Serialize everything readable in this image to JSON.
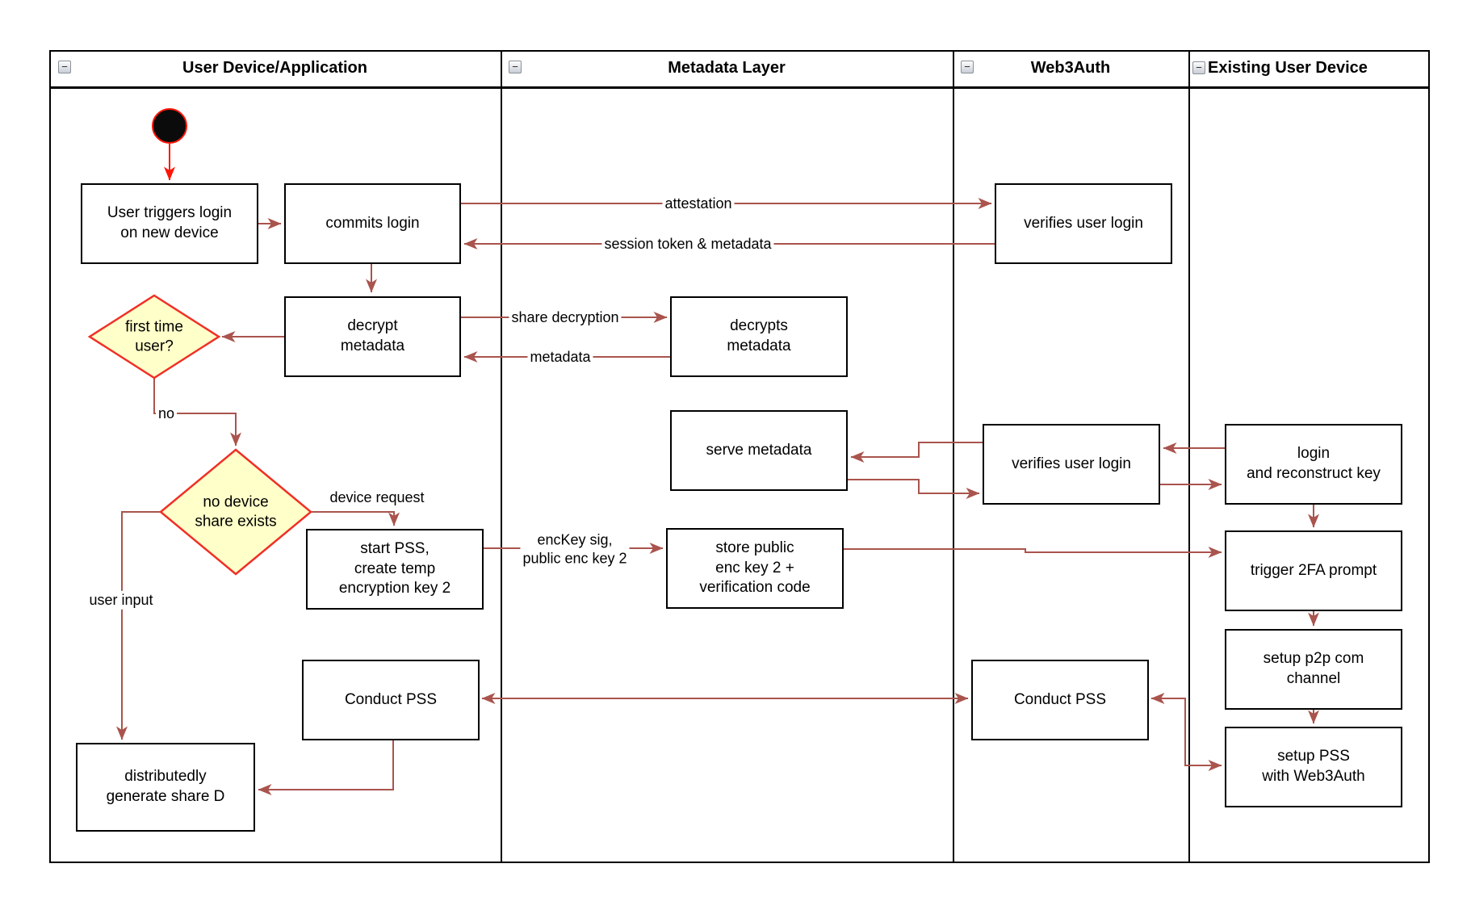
{
  "colors": {
    "connector": "#a9544d",
    "start-arrow": "#ff1507",
    "diamond-fill": "#ffffc9",
    "diamond-border": "#f03026",
    "box-border": "#000000",
    "lane-border": "#000000"
  },
  "lanes": {
    "collapse_glyph": "−",
    "lane1": {
      "label": "User Device/Application"
    },
    "lane2": {
      "label": "Metadata Layer"
    },
    "lane3": {
      "label": "Web3Auth"
    },
    "lane4": {
      "label": "Existing User Device"
    }
  },
  "nodes": {
    "user_triggers": "User triggers login\non new device",
    "commits_login": "commits login",
    "verifies_login_1": "verifies user login",
    "decrypt_metadata": "decrypt\nmetadata",
    "decrypts_metadata": "decrypts\nmetadata",
    "first_time_user": "first time\nuser?",
    "serve_metadata": "serve metadata",
    "verifies_login_2": "verifies user login",
    "login_reconstruct": "login\nand reconstruct key",
    "no_device_share": "no device\nshare exists",
    "start_pss": "start PSS,\ncreate temp\nencryption key 2",
    "store_public": "store public\nenc key 2 +\nverification code",
    "trigger_2fa": "trigger 2FA prompt",
    "setup_p2p": "setup p2p com\nchannel",
    "setup_pss": "setup PSS\nwith Web3Auth",
    "conduct_pss_user": "Conduct PSS",
    "conduct_pss_w3a": "Conduct PSS",
    "distrib_share": "distributedly\ngenerate share D"
  },
  "edge_labels": {
    "attestation": "attestation",
    "session_token": "session token & metadata",
    "share_decryption": "share decryption",
    "metadata": "metadata",
    "no": "no",
    "device_request": "device request",
    "enckey": "encKey sig,\npublic enc key 2",
    "user_input": "user input"
  }
}
